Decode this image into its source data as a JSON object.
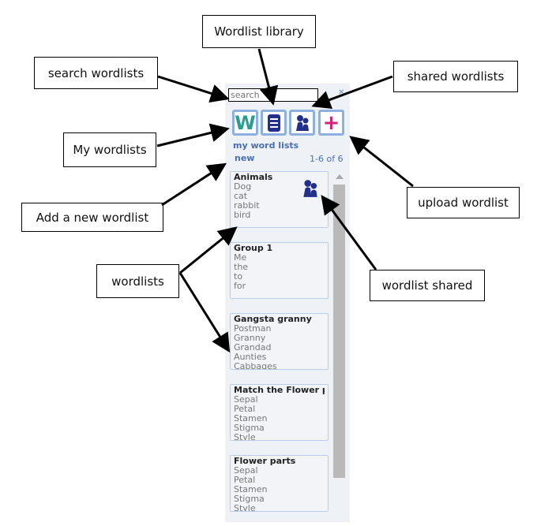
{
  "search": {
    "placeholder": "search",
    "clear_glyph": "✕"
  },
  "toolbar": {
    "my_wordlists_glyph": "W",
    "library_icon": "book-icon",
    "shared_icon": "people-icon",
    "upload_glyph": "+"
  },
  "heading": "my word lists",
  "new_link": "new",
  "count": "1-6 of 6",
  "wordlists": [
    {
      "title": "Animals",
      "words": [
        "Dog",
        "cat",
        "rabbit",
        "bird"
      ],
      "shared": true
    },
    {
      "title": "Group 1",
      "words": [
        "Me",
        "the",
        "to",
        "for"
      ],
      "shared": false
    },
    {
      "title": "Gangsta granny",
      "words": [
        "Postman",
        "Granny",
        "Grandad",
        "Aunties",
        "Cabbages"
      ],
      "shared": false
    },
    {
      "title": "Match the Flower p",
      "words": [
        "Sepal",
        "Petal",
        "Stamen",
        "Stigma",
        "Style"
      ],
      "shared": false
    },
    {
      "title": "Flower parts",
      "words": [
        "Sepal",
        "Petal",
        "Stamen",
        "Stigma",
        "Style"
      ],
      "shared": false
    }
  ],
  "callouts": {
    "wordlist_library": "Wordlist library",
    "search_wordlists": "search wordlists",
    "shared_wordlists": "shared wordlists",
    "my_wordlists": "My wordlists",
    "add_new_wordlist": "Add a new wordlist",
    "upload_wordlist": "upload wordlist",
    "wordlists": "wordlists",
    "wordlist_shared": "wordlist shared"
  },
  "colors": {
    "accent_blue": "#4a6fb0",
    "button_border": "#8db0de",
    "w_teal": "#2a9d8f",
    "plus_magenta": "#d6227a",
    "badge_navy": "#23308a"
  }
}
